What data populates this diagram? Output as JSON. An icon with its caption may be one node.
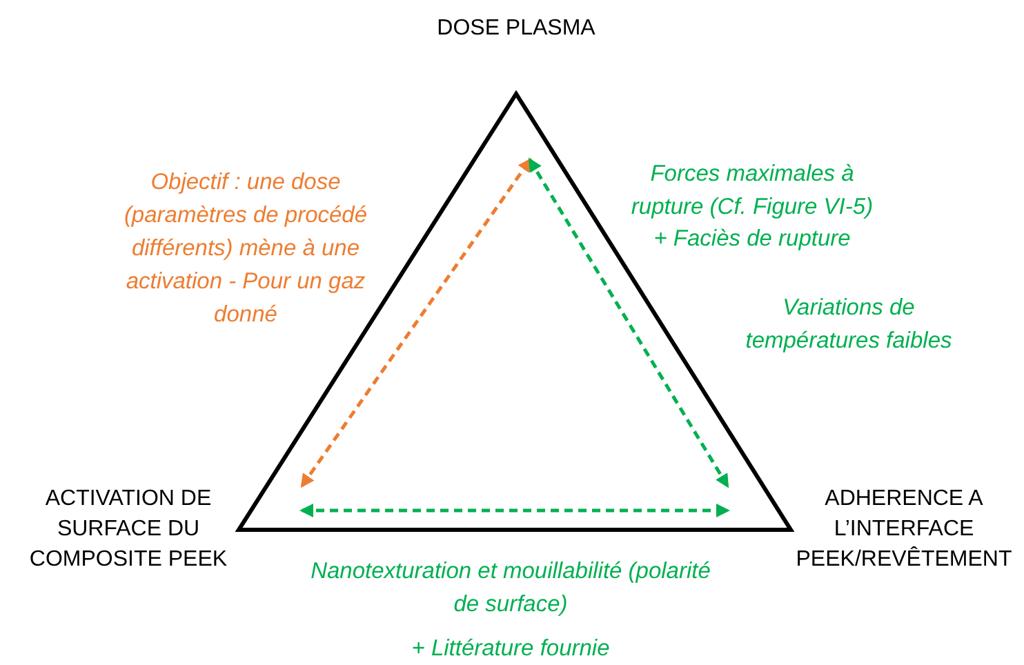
{
  "diagram": {
    "nodes": [
      {
        "text": [
          "DOSE PLASMA"
        ]
      },
      {
        "text": [
          "ACTIVATION DE SURFACE DU COMPOSITE PEEK"
        ]
      },
      {
        "text": [
          "ADHERENCE A L’INTERFACE PEEK/REVÊTEMENT"
        ]
      }
    ],
    "edges": [
      {
        "from": 1,
        "to": 0,
        "arrow": "both",
        "style": "dashed",
        "color": "#ed7d31"
      },
      {
        "from": 0,
        "to": 2,
        "arrow": "both",
        "style": "dashed"
      },
      {
        "from": 1,
        "to": 2,
        "arrow": "both",
        "style": "dashed"
      }
    ],
    "labels": [
      "Objectif : une dose (paramètres de procédé différents) mène à une activation - Pour un gaz donné",
      "Forces maximales à rupture (Cf. Figure VI-5)",
      "+ Faciès de rupture",
      "Variations de températures faibles",
      "Nanotexturation et mouillabilité (polarité de surface)",
      "+ Littérature fournie"
    ]
  }
}
